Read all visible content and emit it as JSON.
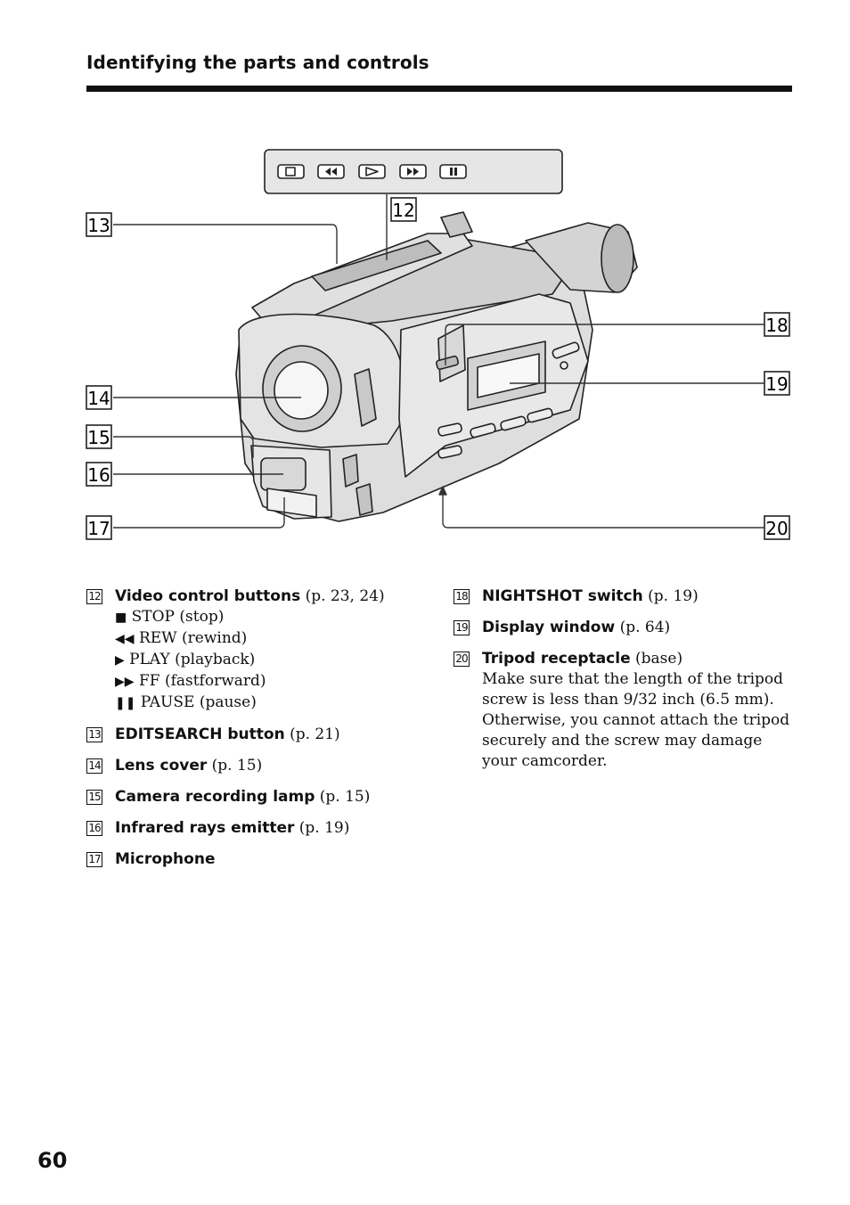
{
  "header": {
    "section_title": "Identifying the parts and controls"
  },
  "figure": {
    "callouts": [
      "12",
      "13",
      "14",
      "15",
      "16",
      "17",
      "18",
      "19",
      "20"
    ],
    "button_panel_icons": [
      "stop-icon",
      "rewind-icon",
      "play-icon",
      "fastforward-icon",
      "pause-icon"
    ]
  },
  "items_left": [
    {
      "num": "12",
      "label": "Video control buttons",
      "ref": " (p. 23, 24)",
      "subs": [
        {
          "glyph": "■",
          "text": " STOP (stop)"
        },
        {
          "glyph": "◀◀",
          "text": " REW (rewind)"
        },
        {
          "glyph": "▶",
          "text": " PLAY (playback)"
        },
        {
          "glyph": "▶▶",
          "text": " FF (fastforward)"
        },
        {
          "glyph": "❚❚",
          "text": " PAUSE (pause)"
        }
      ]
    },
    {
      "num": "13",
      "label": "EDITSEARCH button",
      "ref": " (p. 21)"
    },
    {
      "num": "14",
      "label": "Lens cover",
      "ref": " (p. 15)"
    },
    {
      "num": "15",
      "label": "Camera recording lamp",
      "ref": " (p. 15)"
    },
    {
      "num": "16",
      "label": "Infrared rays emitter",
      "ref": " (p. 19)"
    },
    {
      "num": "17",
      "label": "Microphone",
      "ref": ""
    }
  ],
  "items_right": [
    {
      "num": "18",
      "label": "NIGHTSHOT switch",
      "ref": " (p. 19)"
    },
    {
      "num": "19",
      "label": "Display window",
      "ref": " (p. 64)"
    },
    {
      "num": "20",
      "label": "Tripod receptacle",
      "ref": " (base)",
      "desc": "Make sure that the length of the tripod screw is less than 9/32 inch (6.5 mm). Otherwise, you cannot attach the tripod securely and the screw may damage your camcorder."
    }
  ],
  "footer": {
    "page_number": "60"
  }
}
